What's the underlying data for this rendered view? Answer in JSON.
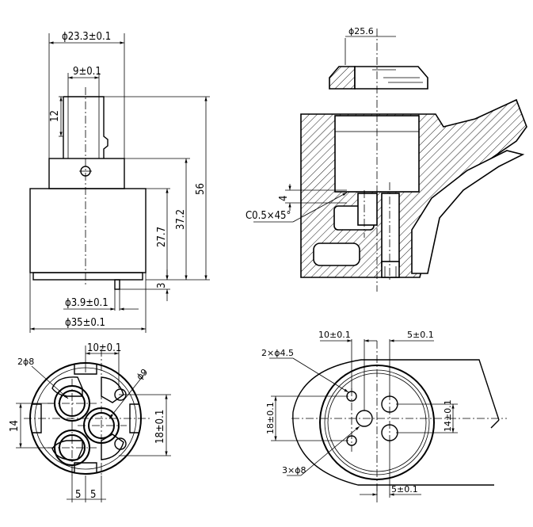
{
  "labels": {
    "d_23_3": "ϕ23.3±0.1",
    "w_9": "9±0.1",
    "h_12": "12",
    "h_56": "56",
    "h_37_2": "37.2",
    "h_27_7": "27.7",
    "h_3": "3",
    "d_3_9": "ϕ3.9±0.1",
    "d_35": "ϕ35±0.1",
    "d_25_6": "ϕ25.6",
    "h_4": "4",
    "chamfer": "C0.5×45°",
    "holes_2x8": "2ϕ8",
    "w_10_bottom": "10±0.1",
    "d_9": "ϕ9",
    "h_14": "14",
    "h_18_left": "18±0.1",
    "w_5a": "5",
    "w_5b": "5",
    "w_10_right": "10±0.1",
    "w_5_right_top": "5±0.1",
    "holes_2x4_5": "2×ϕ4.5",
    "h_18_right": "18±0.1",
    "h_14_right": "14±0.1",
    "holes_3x8": "3×ϕ8",
    "w_5_right_bottom": "5±0.1"
  }
}
